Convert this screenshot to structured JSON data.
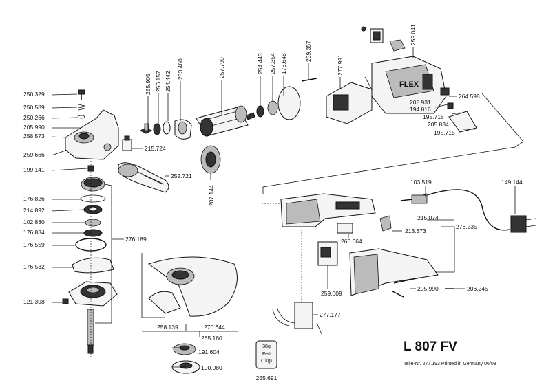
{
  "model_title": "L 807 FV",
  "footer_note": "Teile-Nr. 277.193  Printed in Germany  06/03",
  "brand_logo": "FLEX",
  "grease_label": {
    "weight": "38g",
    "line1": "Fett",
    "line2": "(1kg)",
    "part": "255.691"
  },
  "labels": {
    "p250329": "250.329",
    "p250589": "250.589",
    "p250266": "250.266",
    "p205990a": "205.990",
    "p258573": "258.573",
    "p259666": "259.666",
    "p199141": "199.141",
    "p176826": "176.826",
    "p214892": "214.892",
    "p102830": "102.830",
    "p176834": "176.834",
    "p176559": "176.559",
    "p176532": "176.532",
    "p121398": "121.398",
    "p276189": "276.189",
    "p255905": "255.905",
    "p256157": "256.157",
    "p254442": "254.442",
    "p253460": "253.460",
    "p257790": "257.790",
    "p254443": "254.443",
    "p257354": "257.354",
    "p176648": "176.648",
    "p259357": "259.357",
    "p277991": "277.991",
    "p259041": "259.041",
    "p264598": "264.598",
    "p205931": "205.931",
    "p194816": "194.816",
    "p195715a": "195.715",
    "p205834": "205.834",
    "p195715b": "195.715",
    "p215724": "215.724",
    "p252721": "252.721",
    "p207144": "207.144",
    "p258139": "258.139",
    "p270644": "270.644",
    "p265160": "265.160",
    "p191604": "191.604",
    "p100080": "100.080",
    "p103519": "103.519",
    "p149144": "149.144",
    "p215074": "215.074",
    "p213373": "213.373",
    "p276235": "276.235",
    "p260064": "260.064",
    "p259009": "259.009",
    "p205990b": "205.990",
    "p206245": "206.245",
    "p277177": "277.177"
  }
}
